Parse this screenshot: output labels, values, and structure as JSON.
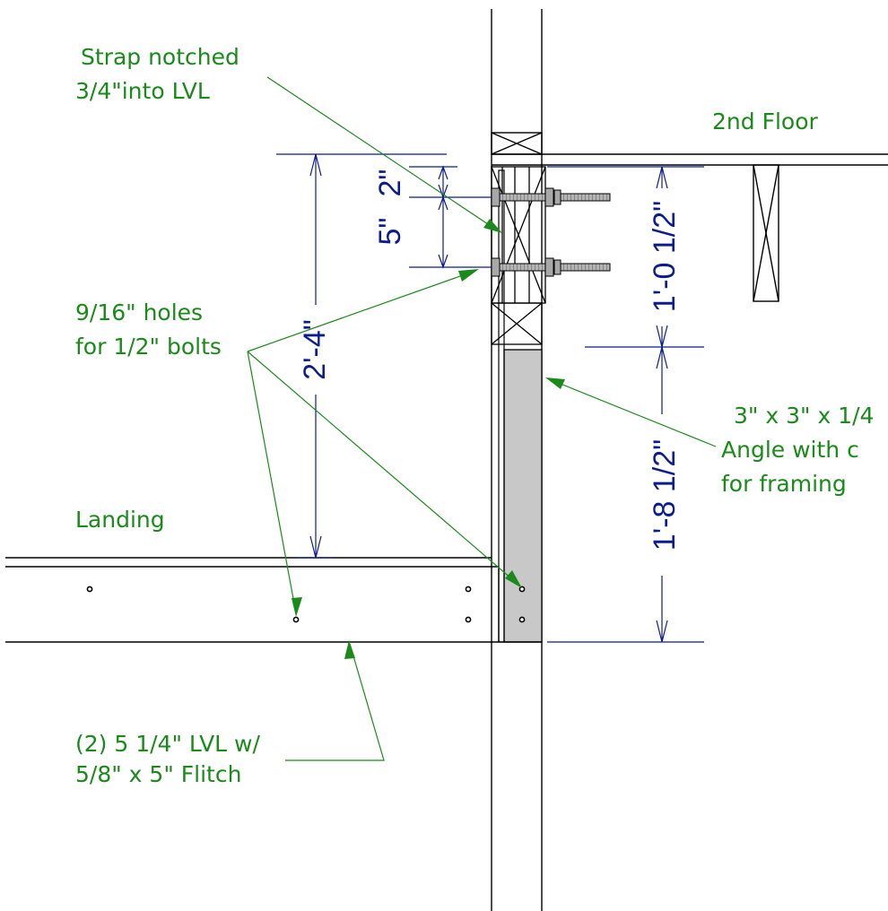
{
  "colors": {
    "line": "#000000",
    "dimension": "#0b1c8c",
    "annotation": "#1a8a1a",
    "steel_fill": "#c8c8c8",
    "bolt_fill": "#a8a8a8",
    "background": "#ffffff"
  },
  "labels": {
    "second_floor": "2nd Floor",
    "landing": "Landing"
  },
  "notes": {
    "strap_line1": "Strap notched",
    "strap_line2": "3/4\"into LVL",
    "holes_line1": "9/16\" holes",
    "holes_line2": "for 1/2\" bolts",
    "angle_line1": "3\" x 3\" x 1/4",
    "angle_line2": "Angle with c",
    "angle_line3": "for framing",
    "lvl_line1": "(2) 5 1/4\" LVL w/",
    "lvl_line2": "5/8\" x 5\" Flitch"
  },
  "dimensions": {
    "overall": "2'-4\"",
    "bolt_spacing_value": "5\"",
    "bolt_offset_value": "2\"",
    "upper": "1'-0 1/2\"",
    "lower": "1'-8 1/2\""
  }
}
